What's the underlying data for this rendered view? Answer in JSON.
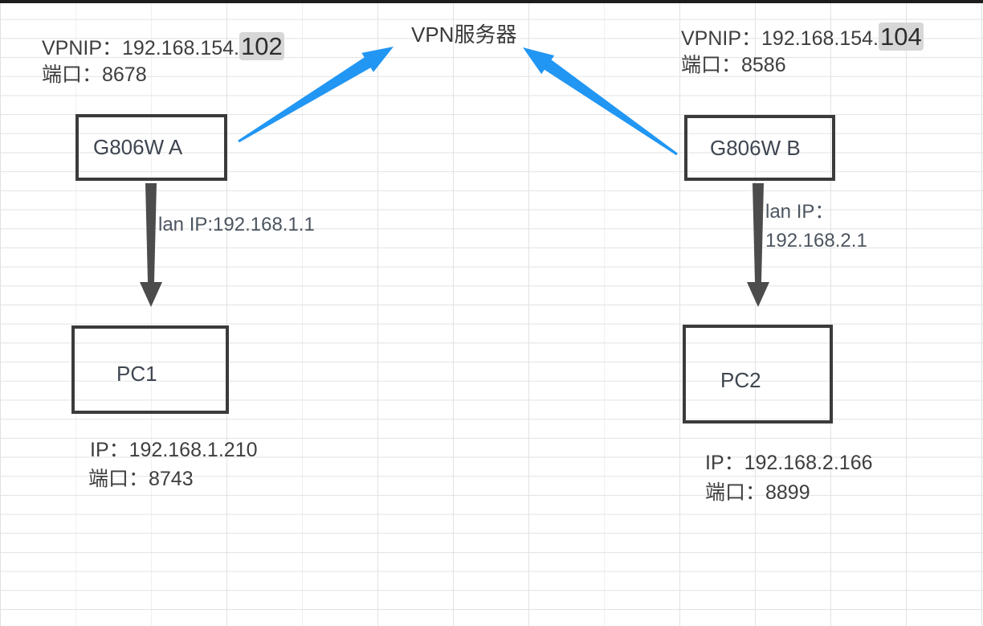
{
  "colors": {
    "background": "#ffffff",
    "grid_line": "#e2e2e2",
    "top_bar": "#1d1d1d",
    "arrow_blue": "#2196f3",
    "arrow_black": "#4c4c4c",
    "box_border": "#3b3b3b",
    "text_dark": "#3e3e3e",
    "highlight_gray": "#d7d7d7"
  },
  "vpn_server": {
    "label": "VPN服务器"
  },
  "router_a": {
    "vpnip_prefix": "VPNIP：192.168.154.",
    "vpnip_suffix": "102",
    "port": "端口：8678",
    "name": "G806W A",
    "lan_ip": "lan IP:192.168.1.1"
  },
  "router_b": {
    "vpnip_prefix": "VPNIP：192.168.154.",
    "vpnip_suffix": "104",
    "port": "端口：8586",
    "name": "G806W B",
    "lan_ip_line1": "lan IP：",
    "lan_ip_line2": "192.168.2.1"
  },
  "pc1": {
    "name": "PC1",
    "ip": "IP：192.168.1.210",
    "port": "端口：8743"
  },
  "pc2": {
    "name": "PC2",
    "ip": "IP：192.168.2.166",
    "port": "端口：8899"
  }
}
